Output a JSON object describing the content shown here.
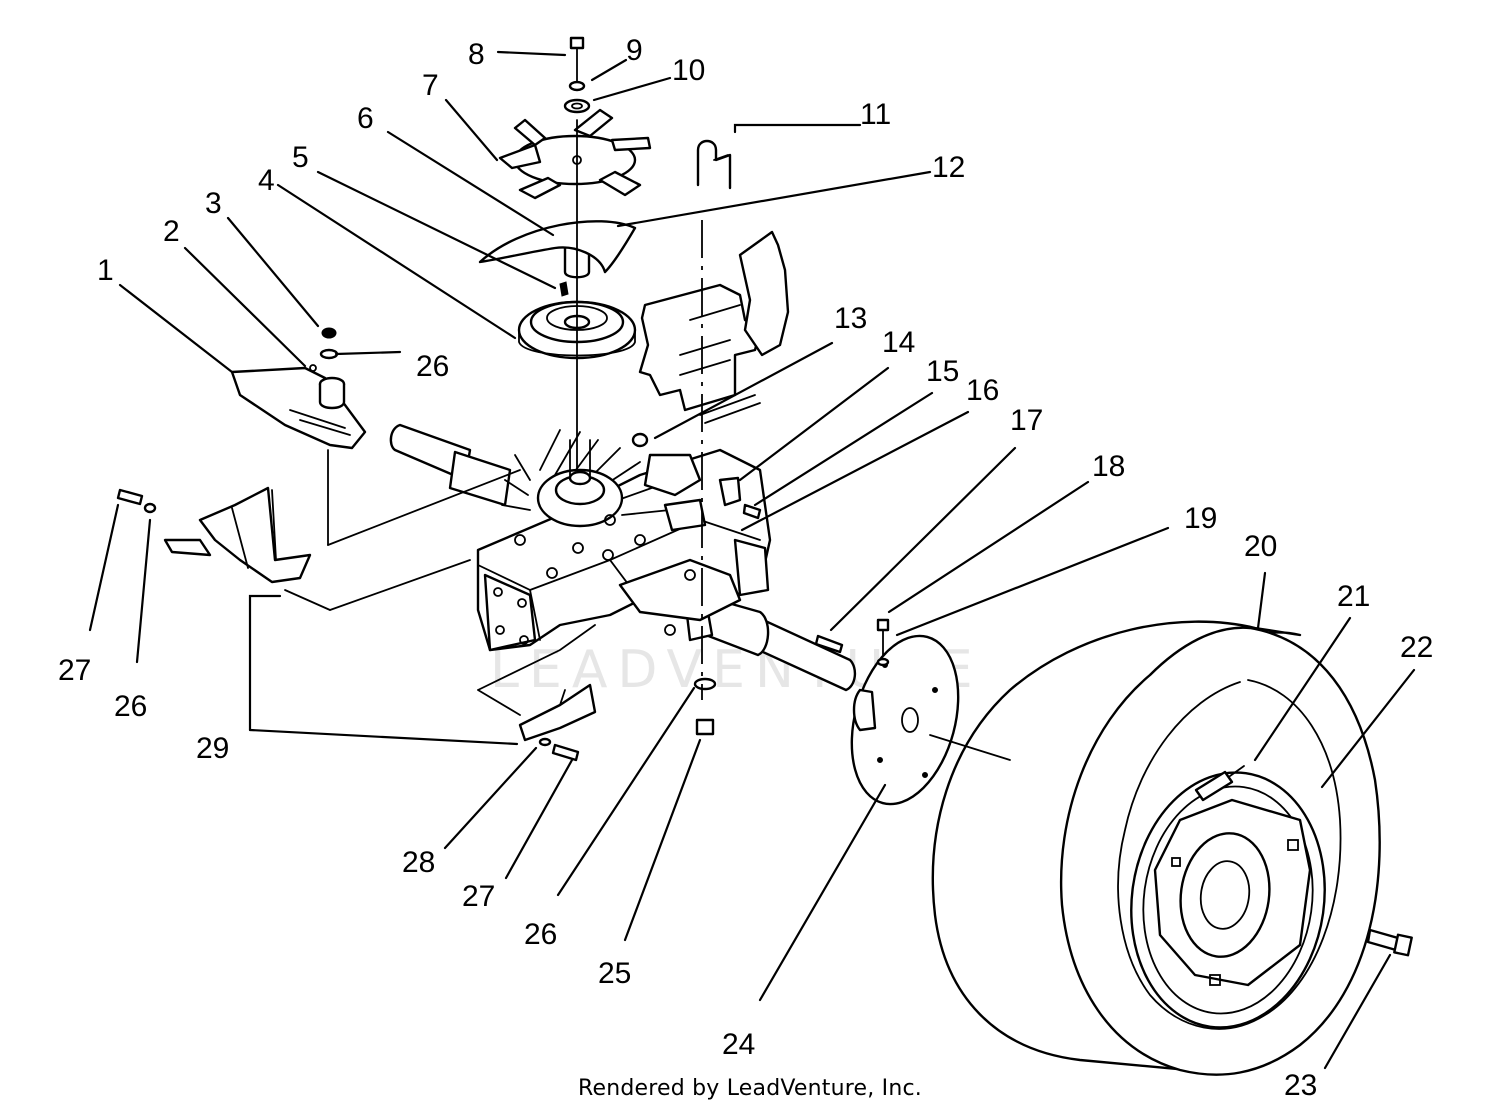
{
  "watermark": "LEADVENTURE",
  "footer": "Rendered by LeadVenture, Inc.",
  "callouts": [
    {
      "id": "c8",
      "label": "8"
    },
    {
      "id": "c9",
      "label": "9"
    },
    {
      "id": "c10",
      "label": "10"
    },
    {
      "id": "c7",
      "label": "7"
    },
    {
      "id": "c11",
      "label": "11"
    },
    {
      "id": "c6",
      "label": "6"
    },
    {
      "id": "c5",
      "label": "5"
    },
    {
      "id": "c12",
      "label": "12"
    },
    {
      "id": "c4",
      "label": "4"
    },
    {
      "id": "c3",
      "label": "3"
    },
    {
      "id": "c2",
      "label": "2"
    },
    {
      "id": "c1",
      "label": "1"
    },
    {
      "id": "c26a",
      "label": "26"
    },
    {
      "id": "c13",
      "label": "13"
    },
    {
      "id": "c14",
      "label": "14"
    },
    {
      "id": "c15",
      "label": "15"
    },
    {
      "id": "c16",
      "label": "16"
    },
    {
      "id": "c17",
      "label": "17"
    },
    {
      "id": "c18",
      "label": "18"
    },
    {
      "id": "c19",
      "label": "19"
    },
    {
      "id": "c20",
      "label": "20"
    },
    {
      "id": "c21",
      "label": "21"
    },
    {
      "id": "c22",
      "label": "22"
    },
    {
      "id": "c27a",
      "label": "27"
    },
    {
      "id": "c26b",
      "label": "26"
    },
    {
      "id": "c29",
      "label": "29"
    },
    {
      "id": "c28",
      "label": "28"
    },
    {
      "id": "c27b",
      "label": "27"
    },
    {
      "id": "c26c",
      "label": "26"
    },
    {
      "id": "c25",
      "label": "25"
    },
    {
      "id": "c24",
      "label": "24"
    },
    {
      "id": "c23",
      "label": "23"
    }
  ]
}
